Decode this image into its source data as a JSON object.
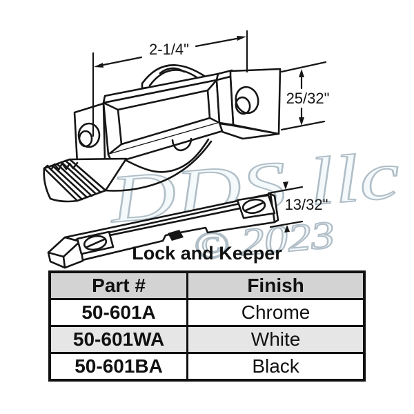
{
  "diagram": {
    "label": "Lock and Keeper",
    "dim_width": "2-1/4\"",
    "dim_height": "25/32\"",
    "dim_keeper": "13/32\""
  },
  "watermark": {
    "name": "DDS llc",
    "year": "© 2023"
  },
  "table": {
    "headers": [
      "Part #",
      "Finish"
    ],
    "rows": [
      {
        "part": "50-601A",
        "finish": "Chrome"
      },
      {
        "part": "50-601WA",
        "finish": "White"
      },
      {
        "part": "50-601BA",
        "finish": "Black"
      }
    ]
  },
  "colors": {
    "background": "#ffffff",
    "line_art": "#161616",
    "table_border": "#111111",
    "table_header_bg": "#d3d3d3",
    "table_alt_row_bg": "#e6e6e6",
    "watermark_stroke": "#a8b7c1",
    "watermark_fill": "#eaf2f6"
  }
}
